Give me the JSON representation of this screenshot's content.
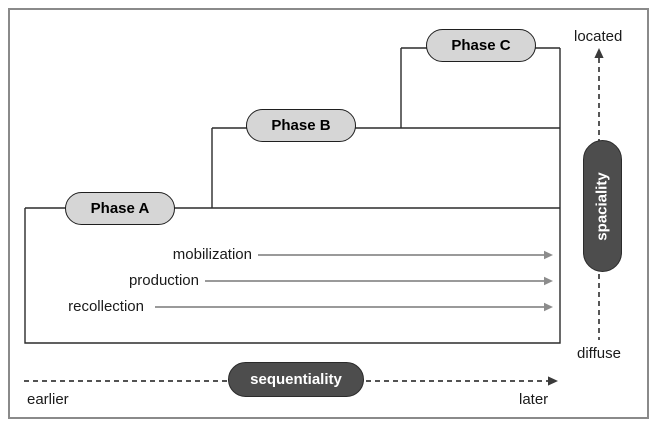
{
  "figure": {
    "phases": [
      {
        "label": "Phase A"
      },
      {
        "label": "Phase B"
      },
      {
        "label": "Phase C"
      }
    ],
    "processes": [
      {
        "label": "mobilization"
      },
      {
        "label": "production"
      },
      {
        "label": "recollection"
      }
    ],
    "sequentiality_axis": {
      "label": "sequentiality",
      "min_label": "earlier",
      "max_label": "later"
    },
    "spaciality_axis": {
      "label": "spaciality",
      "min_label": "diffuse",
      "max_label": "located"
    },
    "colors": {
      "phase_pill_fill": "#d6d6d6",
      "axis_pill_fill": "#4d4d4d",
      "process_arrow": "#8c8c8c",
      "outline": "#2b2b2b",
      "frame_border": "#8a8a8a"
    }
  }
}
